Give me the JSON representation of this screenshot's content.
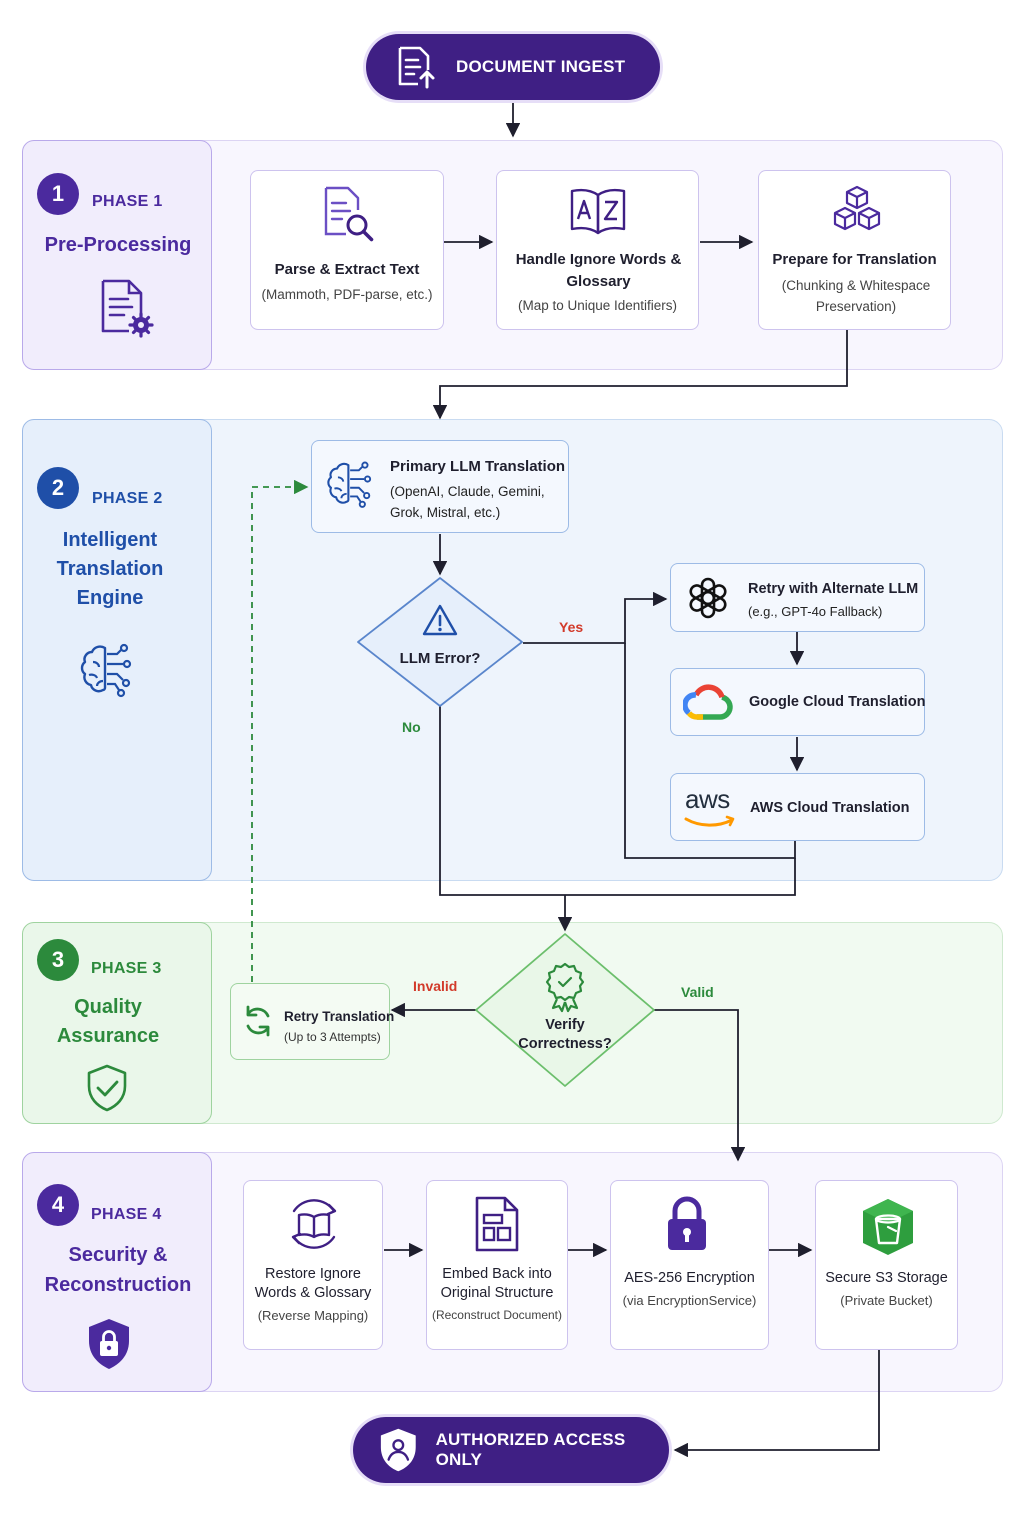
{
  "header": {
    "label": "DOCUMENT INGEST",
    "icon": "document-upload-icon"
  },
  "footer": {
    "label": "AUTHORIZED ACCESS ONLY",
    "icon": "shield-user-icon"
  },
  "colors": {
    "purple": "#4b2a9e",
    "blue": "#1f4fa8",
    "green": "#2c8a3c",
    "red": "#d23a2a",
    "pill": "#3f1f84"
  },
  "phase1": {
    "num": "1",
    "tag": "PHASE 1",
    "name": "Pre-Processing",
    "steps": [
      {
        "title": "Parse & Extract Text",
        "sub": "(Mammoth, PDF-parse, etc.)",
        "icon": "document-search-icon"
      },
      {
        "title": "Handle Ignore Words & Glossary",
        "sub": "(Map to Unique Identifiers)",
        "icon": "glossary-book-icon"
      },
      {
        "title": "Prepare for Translation",
        "sub": "(Chunking & Whitespace Preservation)",
        "icon": "cubes-icon"
      }
    ]
  },
  "phase2": {
    "num": "2",
    "tag": "PHASE 2",
    "name_lines": [
      "Intelligent",
      "Translation",
      "Engine"
    ],
    "primary": {
      "title": "Primary LLM Translation",
      "sub_lines": [
        "(OpenAI, Claude, Gemini,",
        "Grok, Mistral, etc.)"
      ]
    },
    "decision": "LLM Error?",
    "yes": "Yes",
    "no": "No",
    "fallbacks": [
      {
        "title": "Retry with Alternate LLM",
        "sub": "(e.g., GPT-4o Fallback)",
        "icon": "openai-icon"
      },
      {
        "title": "Google Cloud Translation",
        "icon": "google-cloud-icon"
      },
      {
        "title": "AWS Cloud Translation",
        "icon": "aws-icon",
        "logo_text": "aws"
      }
    ]
  },
  "phase3": {
    "num": "3",
    "tag": "PHASE 3",
    "name_lines": [
      "Quality",
      "Assurance"
    ],
    "retry": {
      "title": "Retry Translation",
      "sub": "(Up to 3 Attempts)"
    },
    "decision_lines": [
      "Verify",
      "Correctness?"
    ],
    "invalid": "Invalid",
    "valid": "Valid"
  },
  "phase4": {
    "num": "4",
    "tag": "PHASE 4",
    "name_lines": [
      "Security &",
      "Reconstruction"
    ],
    "steps": [
      {
        "title_lines": [
          "Restore Ignore",
          "Words & Glossary"
        ],
        "sub": "(Reverse Mapping)",
        "icon": "book-cycle-icon"
      },
      {
        "title_lines": [
          "Embed Back into",
          "Original Structure"
        ],
        "sub": "(Reconstruct Document)",
        "icon": "document-layout-icon"
      },
      {
        "title_lines": [
          "AES-256 Encryption"
        ],
        "sub": "(via EncryptionService)",
        "icon": "padlock-icon"
      },
      {
        "title_lines": [
          "Secure S3 Storage"
        ],
        "sub": "(Private Bucket)",
        "icon": "s3-bucket-icon"
      }
    ]
  }
}
